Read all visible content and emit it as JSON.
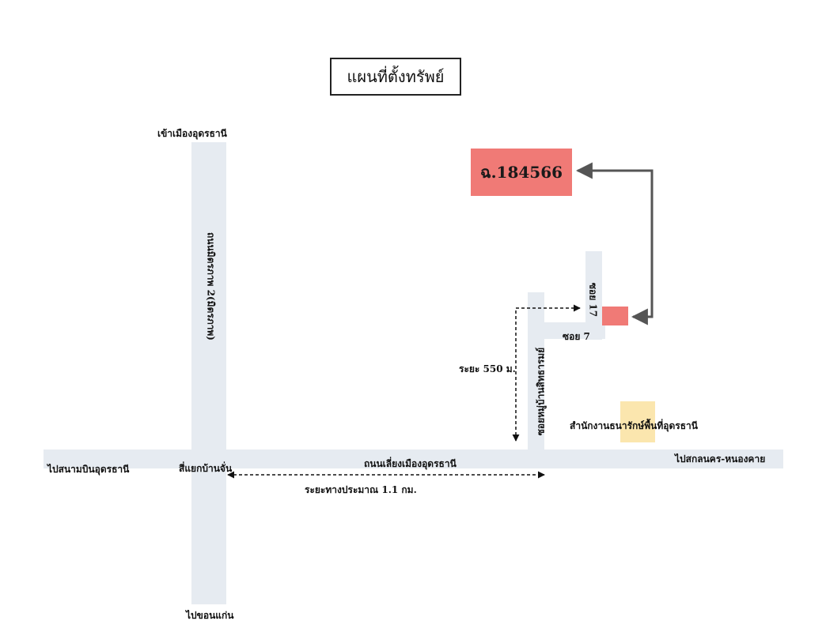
{
  "map": {
    "title": "แผนที่ตั้งทรัพย์",
    "deed_number": "ฉ.184566",
    "labels": {
      "to_city": "เข้าเมืองอุดรธานี",
      "to_khon_kaen": "ไปขอนแก่น",
      "to_airport": "ไปสนามบินอุดรธานี",
      "to_sakon_nong_khai": "ไปสกลนคร-หนองคาย",
      "intersection": "สี่แยกบ้านจั่น",
      "bypass_road": "ถนนเลี่ยงเมืองอุดรธานี",
      "vertical_road": "ถนนมิตรภาพ 2(มิตรภาพ)",
      "village_soi": "ซอยหมู่บ้านสิทธารมย์",
      "soi_7": "ซอย 7",
      "soi_17": "ซอย 17",
      "office": "สำนักงานธนารักษ์พื้นที่อุดรธานี",
      "distance_550": "ระยะ 550 ม.",
      "distance_1_1": "ระยะทางประมาณ 1.1 กม."
    },
    "colors": {
      "road": "#e6ebf1",
      "plot": "#f07a76",
      "office": "#fbe6ae",
      "arrow": "#555555"
    }
  }
}
